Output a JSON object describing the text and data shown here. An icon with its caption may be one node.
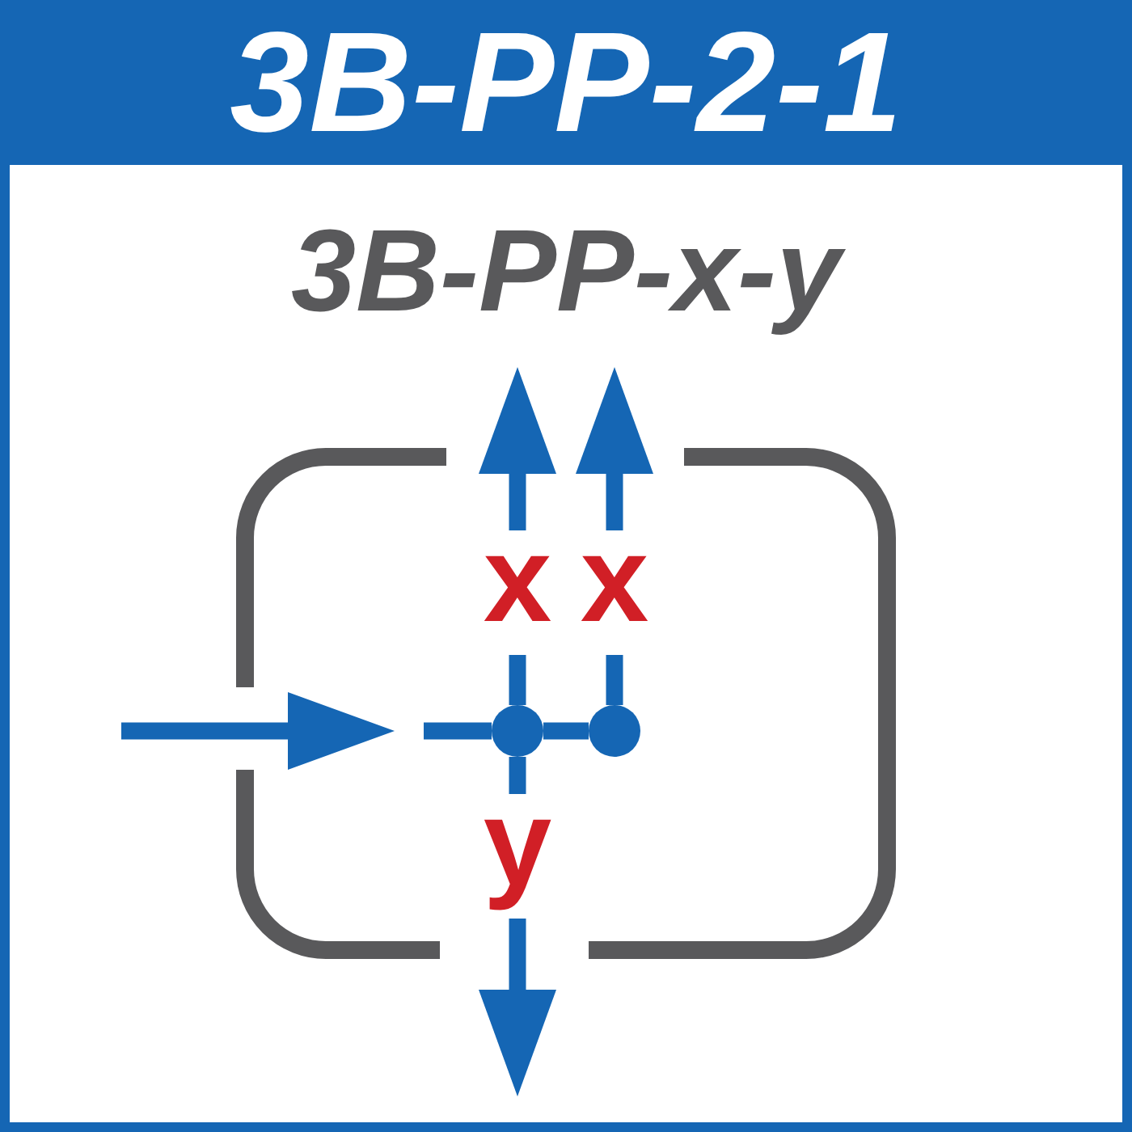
{
  "diagram": {
    "title": "3B-PP-2-1",
    "nodes": [
      {
        "text": [],
        "shape": "box"
      },
      {
        "text": [],
        "shape": "circle",
        "in": 0
      },
      {
        "text": [],
        "shape": "circle",
        "in": 0
      }
    ],
    "edges": [
      {
        "from": null,
        "to": 0,
        "arrow": "to"
      },
      {
        "from": null,
        "to": 1,
        "arrow": "none"
      },
      {
        "from": 1,
        "to": 2,
        "arrow": "none"
      },
      {
        "from": 1,
        "to": null,
        "arrow": "to",
        "label": "x"
      },
      {
        "from": 2,
        "to": null,
        "arrow": "to",
        "label": "x"
      },
      {
        "from": 1,
        "to": null,
        "arrow": "to",
        "label": "y"
      }
    ],
    "labels": [
      "3B-PP-*x-y*"
    ]
  }
}
